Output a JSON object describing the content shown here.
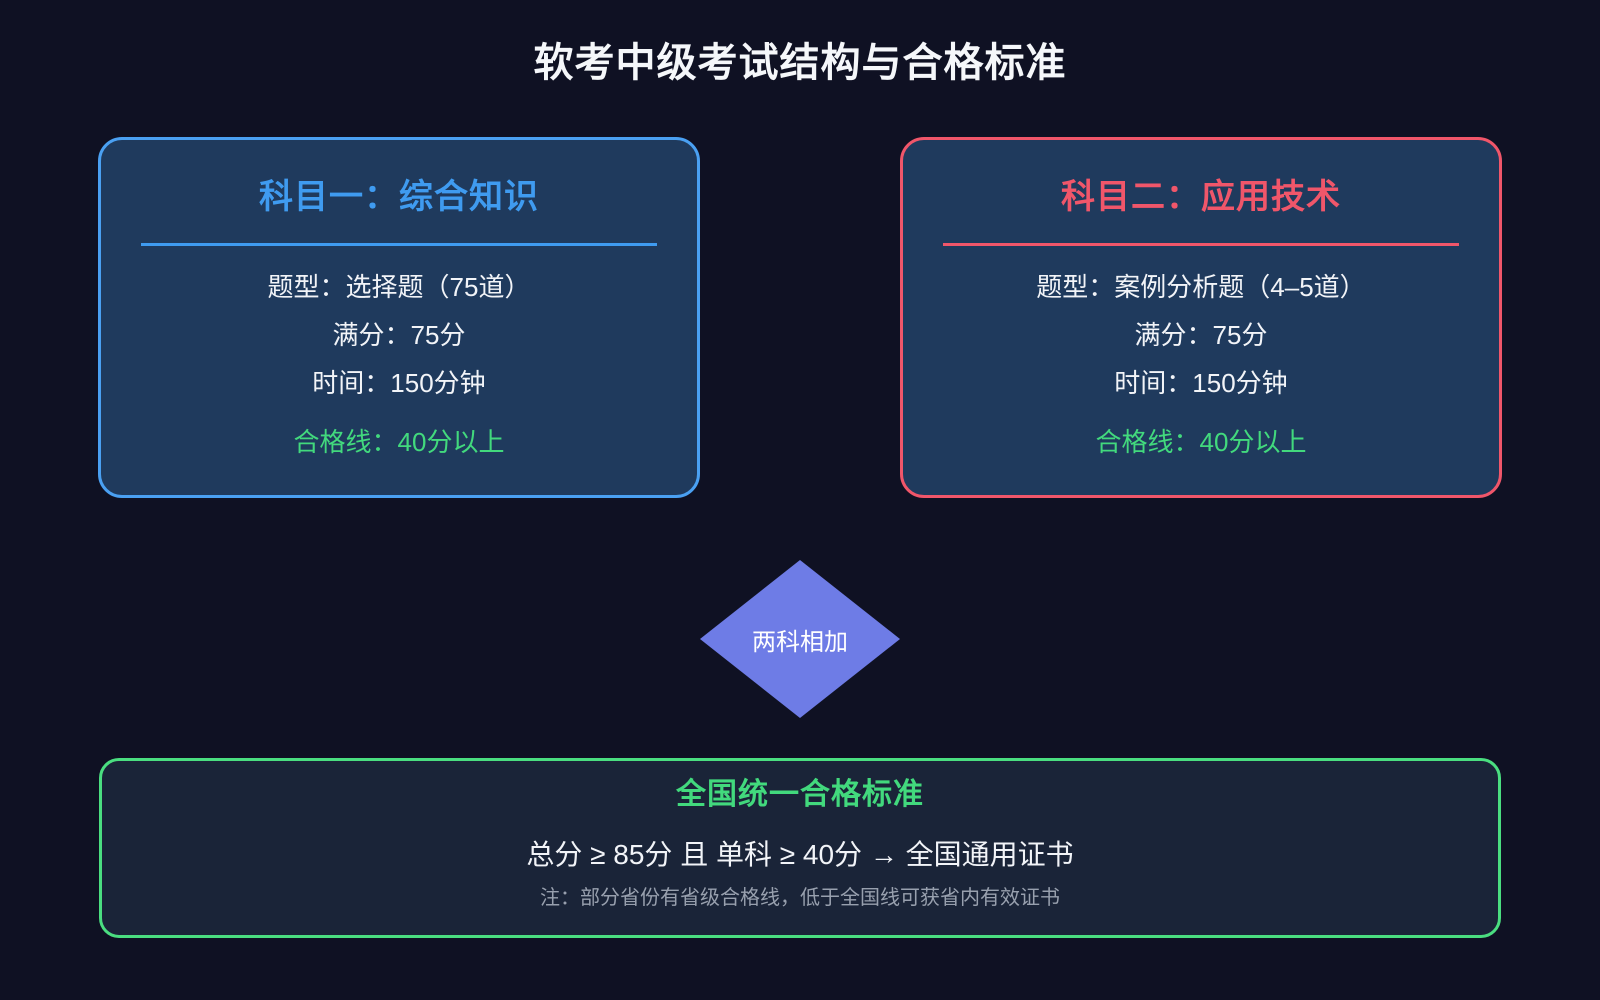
{
  "title": "软考中级考试结构与合格标准",
  "cards": [
    {
      "title": "科目一：综合知识",
      "accent": "#3f9bf0",
      "border": "#4aa0f2",
      "lines": [
        "题型：选择题（75道）",
        "满分：75分",
        "时间：150分钟"
      ],
      "pass_line": "合格线：40分以上"
    },
    {
      "title": "科目二：应用技术",
      "accent": "#f0566a",
      "border": "#f0566a",
      "lines": [
        "题型：案例分析题（4–5道）",
        "满分：75分",
        "时间：150分钟"
      ],
      "pass_line": "合格线：40分以上"
    }
  ],
  "connector": {
    "label": "两科相加",
    "color": "#6e7ce6"
  },
  "summary": {
    "title": "全国统一合格标准",
    "rule": "总分 ≥ 85分 且 单科 ≥ 40分 → 全国通用证书",
    "note": "注：部分省份有省级合格线，低于全国线可获省内有效证书",
    "accent": "#4ade80",
    "title_color": "#42d97d"
  },
  "colors": {
    "page_background": "#0f1123",
    "card_background": "#1f3a5d",
    "summary_background": "#1a2438",
    "pass_line_green": "#42d97d",
    "body_text": "#f2f4f8",
    "note_gray": "#98a0ae"
  }
}
